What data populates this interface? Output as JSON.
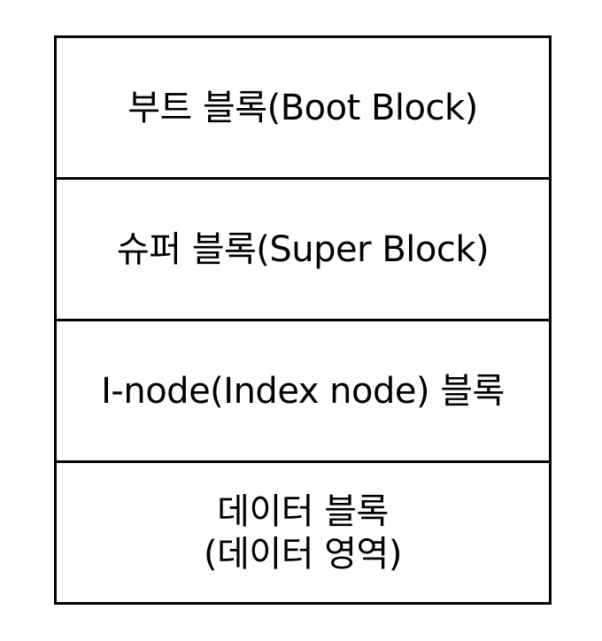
{
  "diagram": {
    "blocks": [
      {
        "label": "부트 블록(Boot Block)"
      },
      {
        "label": "슈퍼 블록(Super Block)"
      },
      {
        "label": "I-node(Index node) 블록"
      },
      {
        "label_line1": "데이터 블록",
        "label_line2": "(데이터 영역)"
      }
    ]
  },
  "colors": {
    "border": "#000000",
    "text": "#000000",
    "background": "#ffffff"
  }
}
